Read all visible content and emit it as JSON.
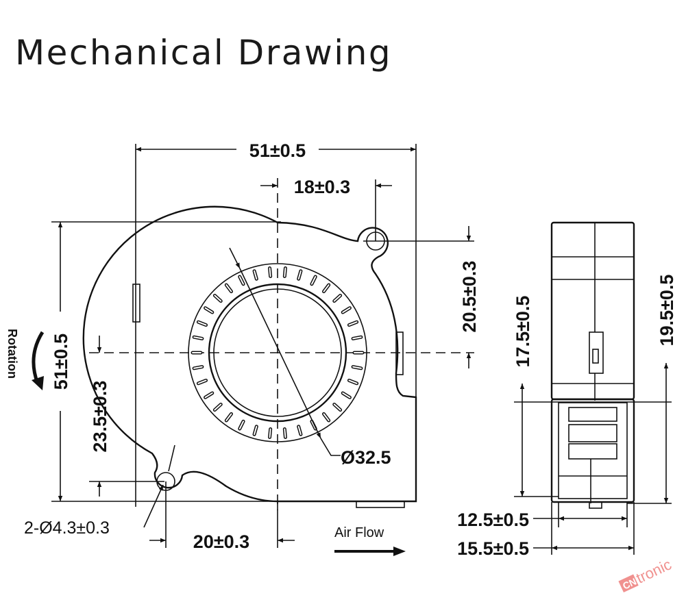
{
  "title": "Mechanical Drawing",
  "front_view": {
    "width_dim": "51±0.5",
    "height_dim": "51±0.5",
    "hole_offset_x": "18±0.3",
    "hole_offset_y_top": "20.5±0.3",
    "hole_offset_y_bottom": "23.5±0.3",
    "hole_offset_x_bottom": "20±0.3",
    "holes": "2-Ø4.3±0.3",
    "inlet_diameter": "Ø32.5",
    "rotation_label": "Rotation",
    "airflow_label": "Air Flow"
  },
  "side_view": {
    "outlet_height": "17.5±0.5",
    "total_height": "19.5±0.5",
    "outlet_width": "12.5±0.5",
    "thickness": "15.5±0.5"
  },
  "watermark": {
    "brand_prefix": "CN",
    "brand_suffix": "tronic",
    "color": "#e53935"
  }
}
